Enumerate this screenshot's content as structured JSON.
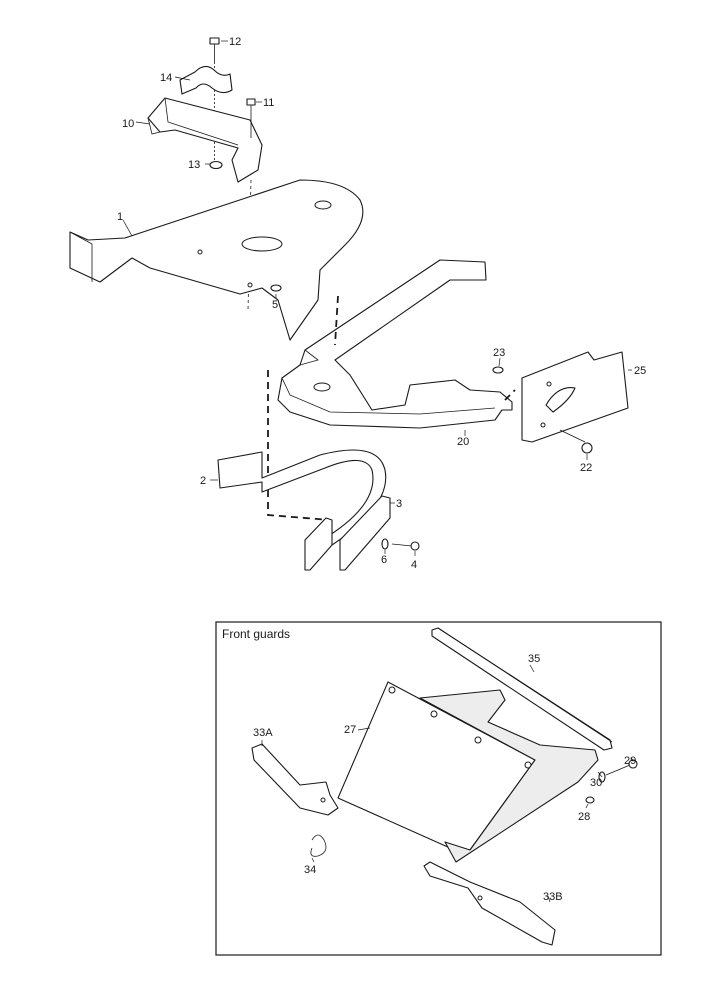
{
  "labels": {
    "p1": "1",
    "p2": "2",
    "p3": "3",
    "p4": "4",
    "p5": "5",
    "p6": "6",
    "p10": "10",
    "p11": "11",
    "p12": "12",
    "p13": "13",
    "p14": "14",
    "p20": "20",
    "p22": "22",
    "p23": "23",
    "p25": "25",
    "p27": "27",
    "p28": "28",
    "p29": "29",
    "p30": "30",
    "p33a": "33A",
    "p33b": "33B",
    "p34": "34",
    "p35": "35"
  },
  "inset": {
    "title": "Front guards"
  }
}
